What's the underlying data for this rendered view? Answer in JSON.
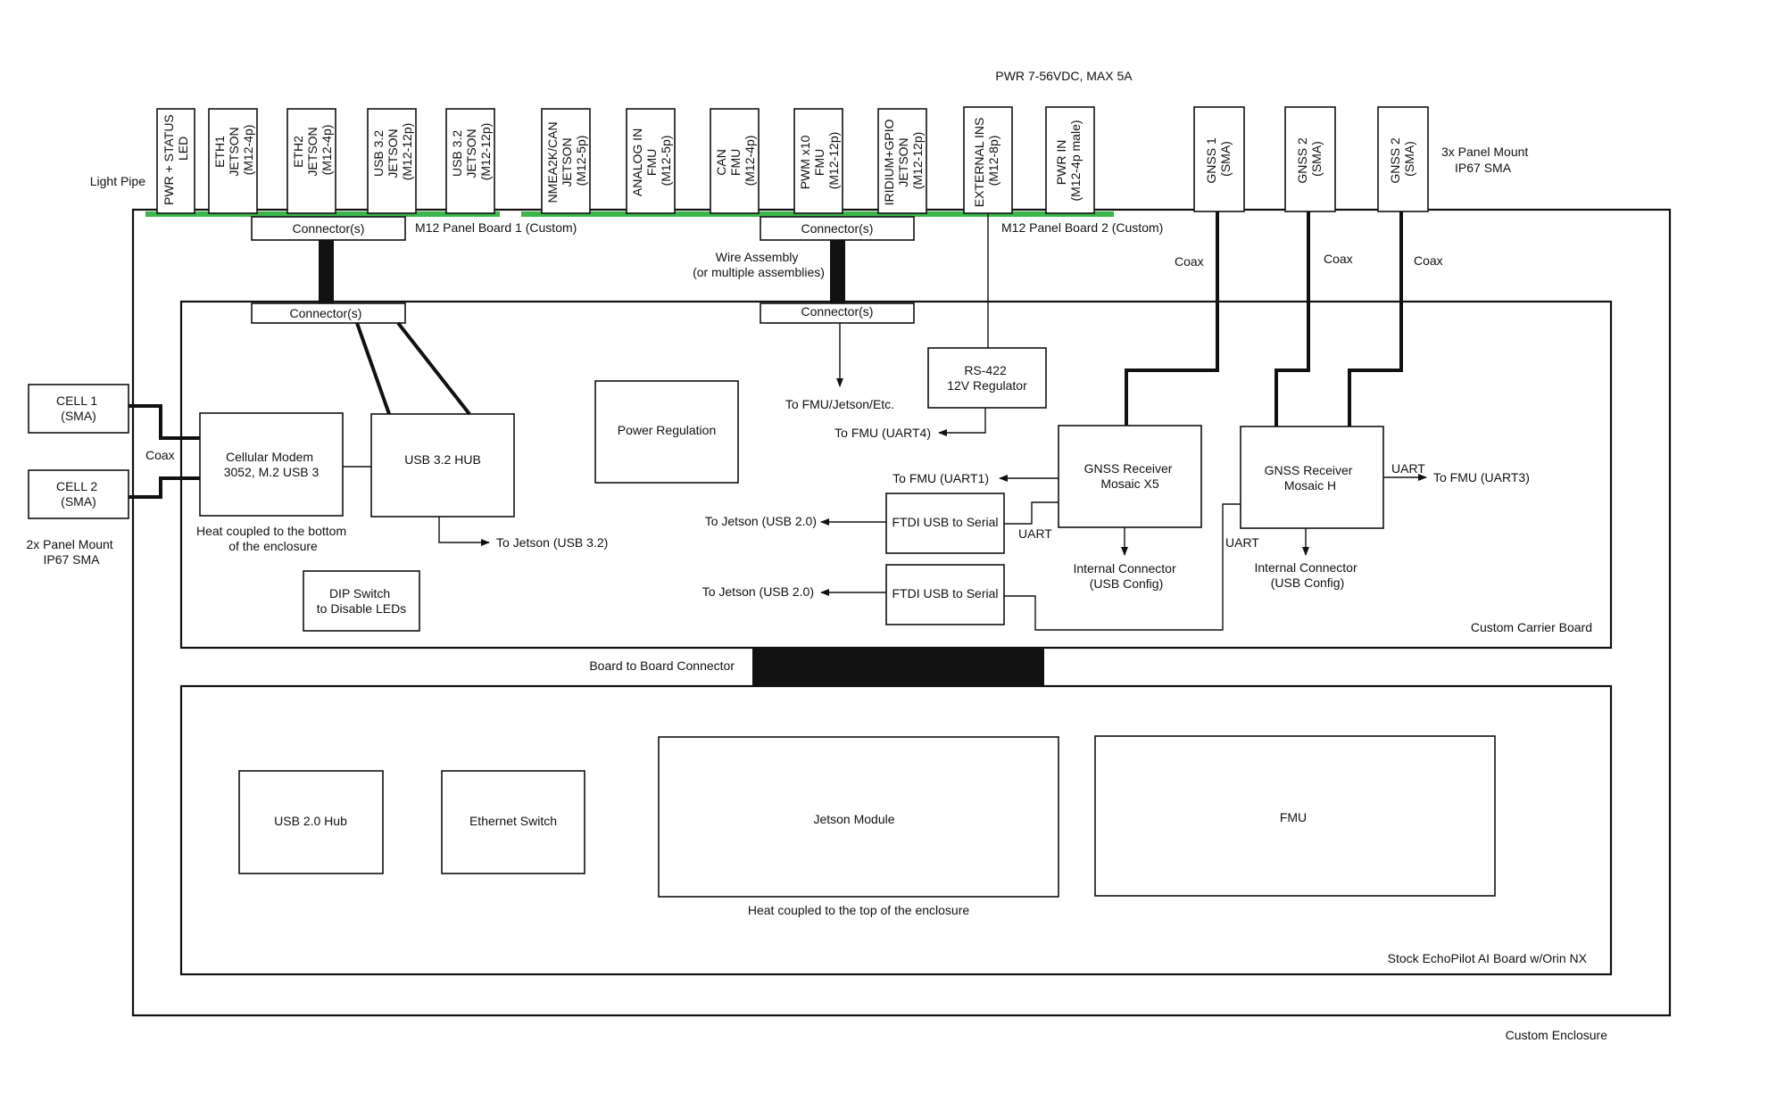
{
  "title_power": "PWR 7-56VDC, MAX 5A",
  "light_pipe": "Light Pipe",
  "panel1_connectors": [
    [
      "PWR + STATUS",
      "LED"
    ],
    [
      "ETH1",
      "JETSON",
      "(M12-4p)"
    ],
    [
      "ETH2",
      "JETSON",
      "(M12-4p)"
    ],
    [
      "USB 3.2",
      "JETSON",
      "(M12-12p)"
    ],
    [
      "USB 3.2",
      "JETSON",
      "(M12-12p)"
    ]
  ],
  "panel2_connectors": [
    [
      "NMEA2K/CAN",
      "JETSON",
      "(M12-5p)"
    ],
    [
      "ANALOG IN",
      "FMU",
      "(M12-5p)"
    ],
    [
      "CAN",
      "FMU",
      "(M12-4p)"
    ],
    [
      "PWM x10",
      "FMU",
      "(M12-12p)"
    ],
    [
      "IRIDIUM+GPIO",
      "JETSON",
      "(M12-12p)"
    ],
    [
      "EXTERNAL INS",
      "(M12-8p)"
    ],
    [
      "PWR IN",
      "(M12-4p male)"
    ]
  ],
  "gnss_connectors": [
    [
      "GNSS 1",
      "(SMA)"
    ],
    [
      "GNSS 2",
      "(SMA)"
    ],
    [
      "GNSS 2",
      "(SMA)"
    ]
  ],
  "gnss_mount": [
    "3x Panel Mount",
    "IP67 SMA"
  ],
  "panel_board_1": "M12 Panel Board 1 (Custom)",
  "panel_board_2": "M12 Panel Board 2 (Custom)",
  "connectors_label": "Connector(s)",
  "wire_assembly": [
    "Wire Assembly",
    "(or multiple assemblies)"
  ],
  "coax": "Coax",
  "cell1": [
    "CELL 1",
    "(SMA)"
  ],
  "cell2": [
    "CELL 2",
    "(SMA)"
  ],
  "cell_mount": [
    "2x Panel Mount",
    "IP67 SMA"
  ],
  "cellular_modem": [
    "Cellular Modem",
    "3052, M.2 USB 3"
  ],
  "modem_heat": [
    "Heat coupled to the bottom",
    "of the enclosure"
  ],
  "usb32_hub": "USB 3.2 HUB",
  "to_jetson_usb32": "To Jetson (USB 3.2)",
  "dip_switch": [
    "DIP Switch",
    "to Disable LEDs"
  ],
  "power_regulation": "Power Regulation",
  "to_fmu_jetson_etc": "To FMU/Jetson/Etc.",
  "rs422": [
    "RS-422",
    "12V Regulator"
  ],
  "to_fmu_uart4": "To FMU (UART4)",
  "to_fmu_uart1": "To FMU (UART1)",
  "ftdi": "FTDI USB to Serial",
  "to_jetson_usb20": "To Jetson (USB 2.0)",
  "uart": "UART",
  "gnss_x5": [
    "GNSS Receiver",
    "Mosaic X5"
  ],
  "gnss_h": [
    "GNSS Receiver",
    "Mosaic H"
  ],
  "internal_connector": [
    "Internal Connector",
    "(USB Config)"
  ],
  "to_fmu_uart3": "To FMU (UART3)",
  "custom_carrier_board": "Custom Carrier Board",
  "board_to_board": "Board to Board Connector",
  "usb20_hub": "USB 2.0 Hub",
  "ethernet_switch": "Ethernet Switch",
  "jetson_module": "Jetson Module",
  "jetson_heat": "Heat coupled to the top of the enclosure",
  "fmu": "FMU",
  "stock_board": "Stock EchoPilot AI Board w/Orin NX",
  "custom_enclosure": "Custom Enclosure",
  "colors": {
    "green_strip": "#3cb54a",
    "line": "#111111"
  }
}
